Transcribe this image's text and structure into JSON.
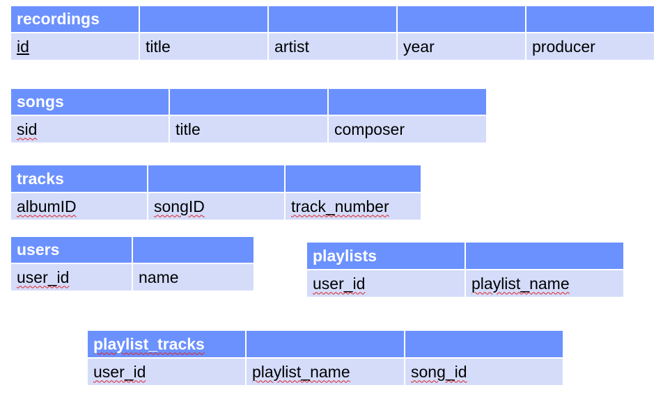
{
  "tables": {
    "recordings": {
      "name": "recordings",
      "fields": [
        "id",
        "title",
        "artist",
        "year",
        "producer"
      ]
    },
    "songs": {
      "name": "songs",
      "fields": [
        "sid",
        "title",
        "composer"
      ]
    },
    "tracks": {
      "name": "tracks",
      "fields": [
        "albumID",
        "songID",
        "track_number"
      ]
    },
    "users": {
      "name": "users",
      "fields": [
        "user_id",
        "name"
      ]
    },
    "playlists": {
      "name": "playlists",
      "fields": [
        "user_id",
        "playlist_name"
      ]
    },
    "playlist_tracks": {
      "name": "playlist_tracks",
      "fields": [
        "user_id",
        "playlist_name",
        "song_id"
      ]
    }
  },
  "colors": {
    "header_bg": "#6b91ff",
    "field_bg": "#d4dcfa",
    "spellcheck": "#e02020"
  }
}
